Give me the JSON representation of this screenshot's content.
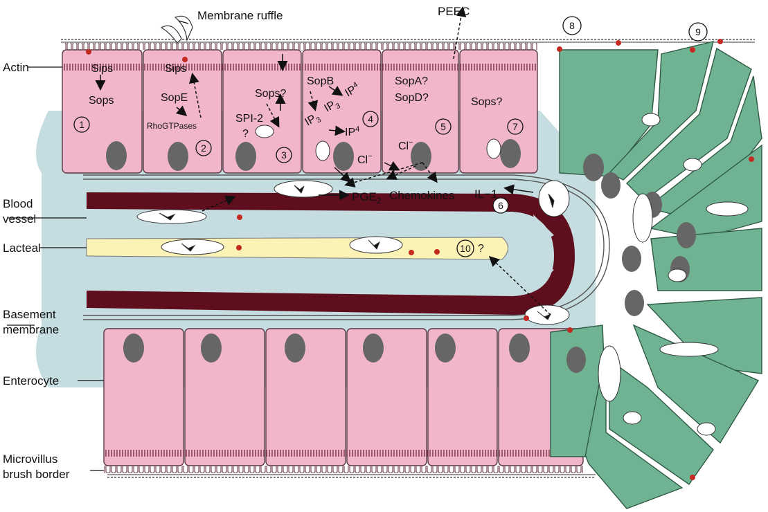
{
  "colors": {
    "enterocyte": "#f2b6cc",
    "enterocyte_stroke": "#5a3a44",
    "m_cell": "#6fb393",
    "lumen_bg": "#c5dde0",
    "blood_vessel": "#5e0e1c",
    "lacteal": "#fbf2b5",
    "nucleus": "#666666",
    "bacteria": "#c42a22",
    "microvilli": "#7a4f5a"
  },
  "labels": {
    "actin": "Actin",
    "membrane_ruffle": "Membrane ruffle",
    "peec": "PEEC",
    "blood_vessel_1": "Blood",
    "blood_vessel_2": "vessel",
    "lacteal": "Lacteal",
    "basement_1": "Basement",
    "basement_2": "membrane",
    "enterocyte": "Enterocyte",
    "microvillus_1": "Microvillus",
    "microvillus_2": "brush border"
  },
  "cell_text": {
    "sips_a": "Sips",
    "sops_a": "Sops",
    "sips_b": "Sips",
    "sope": "SopE",
    "rhogtpases": "RhoGTPases",
    "sops_q": "Sops?",
    "spi2": "SPI-2",
    "spi2_q": "?",
    "sopb": "SopB",
    "ip3_a": "IP",
    "ip3_a_sub": "3",
    "ip4_a": "IP",
    "ip4_a_sub": "4",
    "ip3_b": "IP",
    "ip3_b_sub": "3",
    "ip4_b": "IP",
    "ip4_b_sub": "4",
    "sopa": "SopA?",
    "sopd": "SopD?",
    "sops_q2": "Sops?",
    "cl_a": "Cl",
    "cl_a_sup": "−",
    "cl_b": "Cl",
    "cl_b_sup": "−",
    "pge": "PGE",
    "pge_sub": "2",
    "chemokines": "Chemokines",
    "il1": "IL−1",
    "q10": "?"
  },
  "steps": [
    "1",
    "2",
    "3",
    "4",
    "5",
    "6",
    "7",
    "8",
    "9",
    "10"
  ]
}
